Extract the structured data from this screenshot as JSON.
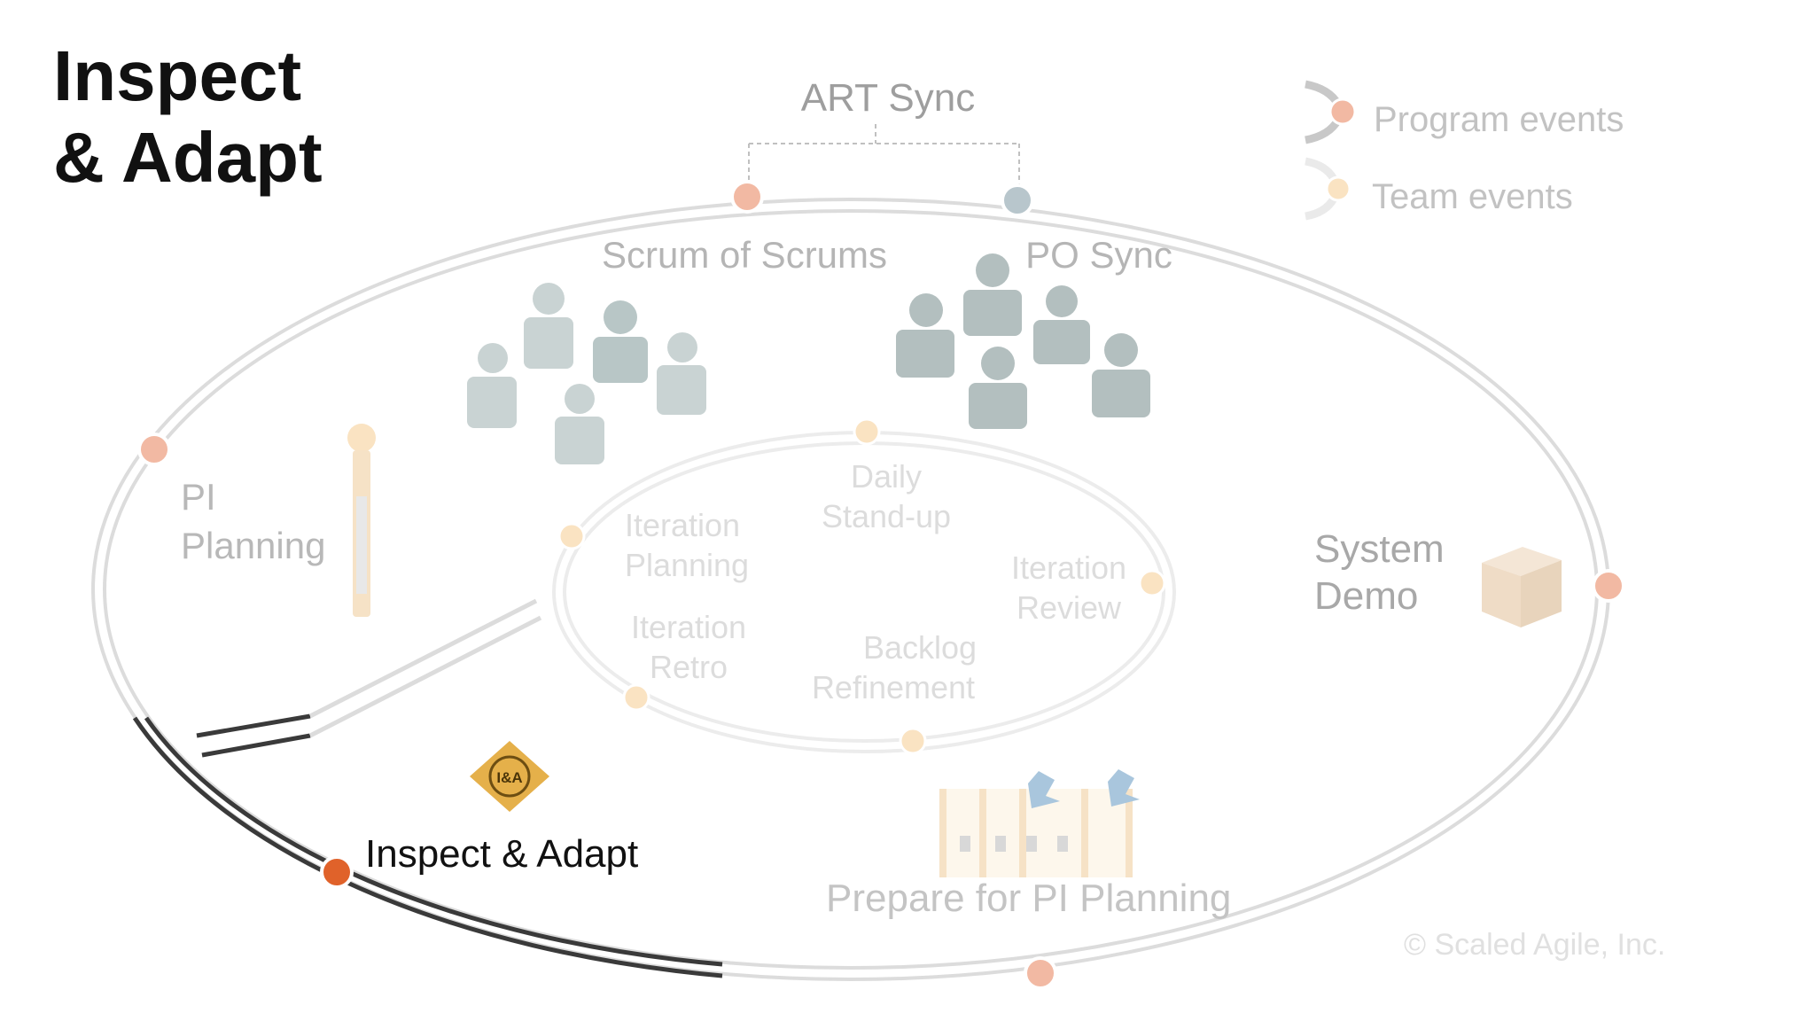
{
  "title": {
    "line1": "Inspect",
    "line2": "& Adapt"
  },
  "legend": {
    "program_events": "Program events",
    "team_events": "Team events"
  },
  "labels": {
    "art_sync": "ART Sync",
    "scrum_of_scrums": "Scrum of Scrums",
    "po_sync": "PO Sync",
    "pi_planning_1": "PI",
    "pi_planning_2": "Planning",
    "system_demo_1": "System",
    "system_demo_2": "Demo",
    "daily_1": "Daily",
    "daily_2": "Stand-up",
    "iter_planning_1": "Iteration",
    "iter_planning_2": "Planning",
    "iter_review_1": "Iteration",
    "iter_review_2": "Review",
    "iter_retro_1": "Iteration",
    "iter_retro_2": "Retro",
    "backlog_1": "Backlog",
    "backlog_2": "Refinement",
    "inspect_adapt": "Inspect & Adapt",
    "prepare": "Prepare for PI Planning",
    "badge": "I&A",
    "copyright": "© Scaled Agile, Inc."
  },
  "colors": {
    "highlight": "#e0622a",
    "program_dot": "#f2b9a3",
    "team_dot": "#f9dfb8",
    "ring": "#d3d3d3",
    "ring_dark": "#3a3a3a",
    "faded_text": "#b8b8b8",
    "people": "#bcc8c8"
  }
}
